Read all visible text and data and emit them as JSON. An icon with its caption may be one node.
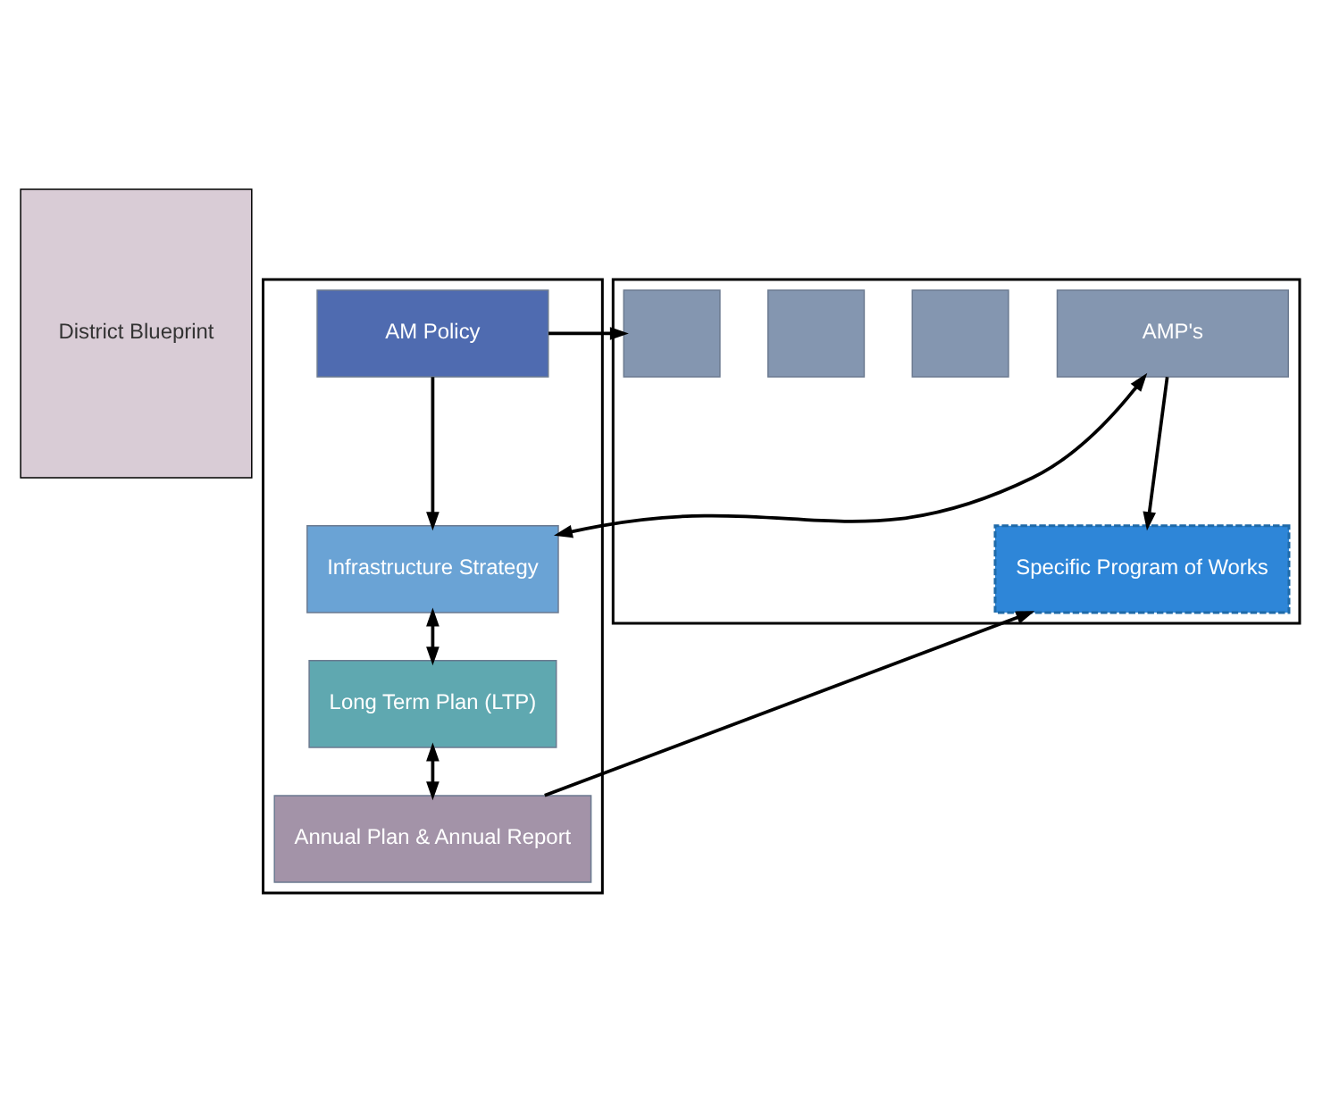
{
  "diagram": {
    "nodes": [
      {
        "text": [
          "District Blueprint"
        ]
      },
      {
        "text": [],
        "shape": "box"
      },
      {
        "text": [
          "AM Policy"
        ],
        "in": 1
      },
      {
        "text": [
          "Infrastructure Strategy"
        ],
        "in": 1
      },
      {
        "text": [
          "Long Term Plan (LTP)"
        ],
        "in": 1
      },
      {
        "text": [
          "Annual Plan & Annual Report"
        ],
        "in": 1
      },
      {
        "text": [],
        "shape": "box"
      },
      {
        "text": [],
        "shape": "box",
        "in": 6
      },
      {
        "text": [],
        "shape": "box",
        "in": 6
      },
      {
        "text": [],
        "shape": "box",
        "in": 6
      },
      {
        "text": [
          "AMP's"
        ],
        "in": 6
      },
      {
        "text": [
          "Specific Program of Works"
        ],
        "in": 6
      }
    ],
    "edges": [
      {
        "from": 2,
        "to": 3,
        "arrow": "to"
      },
      {
        "from": 2,
        "to": 7,
        "arrow": "to"
      },
      {
        "from": 3,
        "to": 10,
        "arrow": "both"
      },
      {
        "from": 3,
        "to": 4,
        "arrow": "both"
      },
      {
        "from": 10,
        "to": 11,
        "arrow": "to"
      },
      {
        "from": 4,
        "to": 5,
        "arrow": "both"
      },
      {
        "from": 5,
        "to": 11,
        "arrow": "to"
      }
    ]
  }
}
